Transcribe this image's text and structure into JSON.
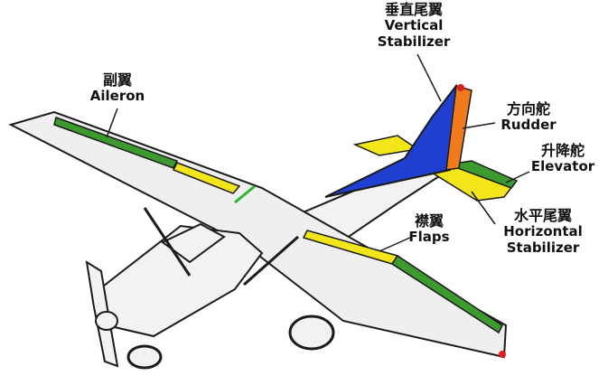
{
  "colors": {
    "outline": "#1a1a1a",
    "body": "#f2f2f2",
    "wing": "#efefef",
    "aileron": "#3c9a2e",
    "flaps": "#f2e61a",
    "vertical_stabilizer": "#1f3fd1",
    "rudder": "#f07a1c",
    "elevator": "#3c9a2e",
    "horizontal_stabilizer": "#f2e61a",
    "leader": "#1a1a1a",
    "nav_light_red": "#e02020",
    "nav_light_green": "#2fb52f"
  },
  "labels": {
    "vertical_stabilizer": {
      "zh": "垂直尾翼",
      "en_line1": "Vertical",
      "en_line2": "Stabilizer"
    },
    "aileron": {
      "zh": "副翼",
      "en": "Aileron"
    },
    "rudder": {
      "zh": "方向舵",
      "en": "Rudder"
    },
    "elevator": {
      "zh": "升降舵",
      "en": "Elevator"
    },
    "flaps": {
      "zh": "襟翼",
      "en": "Flaps"
    },
    "horizontal_stabilizer": {
      "zh": "水平尾翼",
      "en_line1": "Horizontal",
      "en_line2": "Stabilizer"
    }
  }
}
